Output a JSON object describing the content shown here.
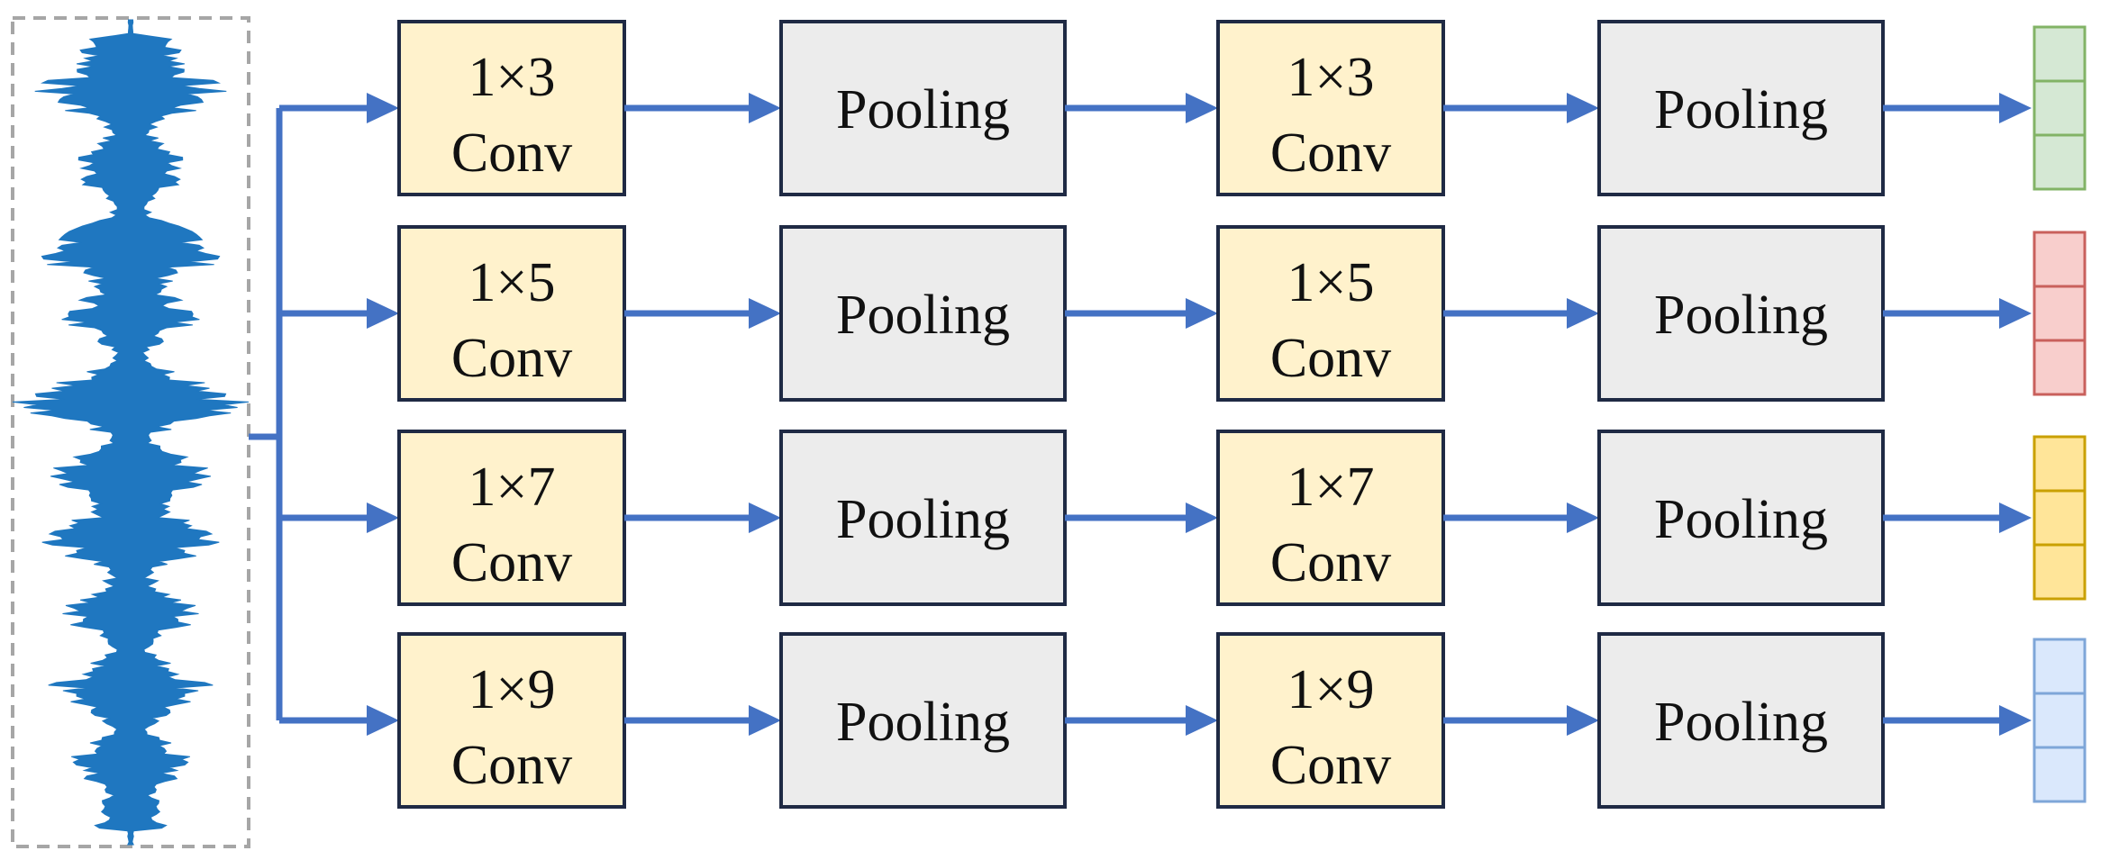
{
  "branches": [
    {
      "conv1": {
        "kernel": "1×3",
        "op": "Conv"
      },
      "pool1": "Pooling",
      "conv2": {
        "kernel": "1×3",
        "op": "Conv"
      },
      "pool2": "Pooling",
      "output_color": {
        "fill": "#d5e8d4",
        "stroke": "#82b366"
      }
    },
    {
      "conv1": {
        "kernel": "1×5",
        "op": "Conv"
      },
      "pool1": "Pooling",
      "conv2": {
        "kernel": "1×5",
        "op": "Conv"
      },
      "pool2": "Pooling",
      "output_color": {
        "fill": "#f8cecc",
        "stroke": "#c9605c"
      }
    },
    {
      "conv1": {
        "kernel": "1×7",
        "op": "Conv"
      },
      "pool1": "Pooling",
      "conv2": {
        "kernel": "1×7",
        "op": "Conv"
      },
      "pool2": "Pooling",
      "output_color": {
        "fill": "#ffe599",
        "stroke": "#c9a000"
      }
    },
    {
      "conv1": {
        "kernel": "1×9",
        "op": "Conv"
      },
      "pool1": "Pooling",
      "conv2": {
        "kernel": "1×9",
        "op": "Conv"
      },
      "pool2": "Pooling",
      "output_color": {
        "fill": "#dae8fc",
        "stroke": "#7ea6d8"
      }
    }
  ],
  "colors": {
    "conv_fill": "#fff2cc",
    "pool_fill": "#ececec",
    "box_stroke": "#1f2a44",
    "arrow": "#4472c4",
    "waveform": "#1f77c0",
    "input_border": "#a6a6a6"
  }
}
